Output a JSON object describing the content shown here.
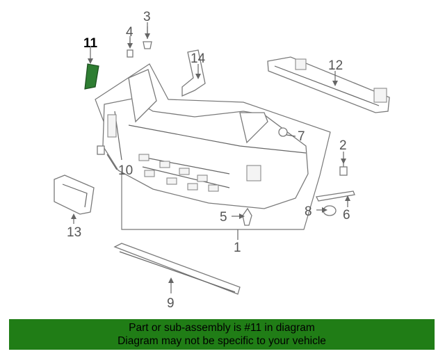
{
  "diagram": {
    "callouts": [
      {
        "id": "1",
        "label": "1"
      },
      {
        "id": "2",
        "label": "2"
      },
      {
        "id": "3",
        "label": "3"
      },
      {
        "id": "4",
        "label": "4"
      },
      {
        "id": "5",
        "label": "5"
      },
      {
        "id": "6",
        "label": "6"
      },
      {
        "id": "7",
        "label": "7"
      },
      {
        "id": "8",
        "label": "8"
      },
      {
        "id": "9",
        "label": "9"
      },
      {
        "id": "10",
        "label": "10"
      },
      {
        "id": "11",
        "label": "11"
      },
      {
        "id": "12",
        "label": "12"
      },
      {
        "id": "13",
        "label": "13"
      },
      {
        "id": "14",
        "label": "14"
      }
    ],
    "highlighted_part": "11",
    "highlight_color": "#2e7d32"
  },
  "banner": {
    "line1": "Part or sub-assembly is #11 in diagram",
    "line2": "Diagram may not be specific to your vehicle",
    "background_color": "#207d16"
  }
}
